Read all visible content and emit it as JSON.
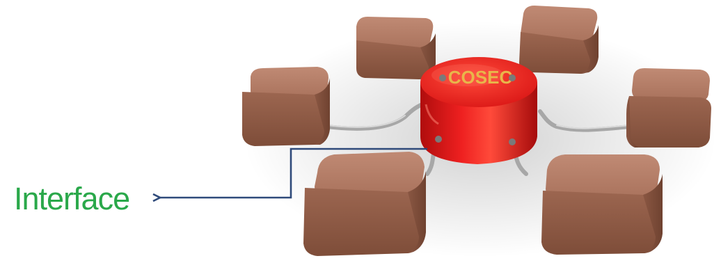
{
  "diagram": {
    "center_label": "COSEC",
    "pointer_label": "Interface"
  },
  "colors": {
    "hub": "#e01818",
    "hub_text": "#e8b64a",
    "block": "#a8705a",
    "cable": "#a7a7a7",
    "arrow": "#2f4a7a",
    "label": "#2aa84a"
  },
  "nodes": {
    "count": 6
  }
}
